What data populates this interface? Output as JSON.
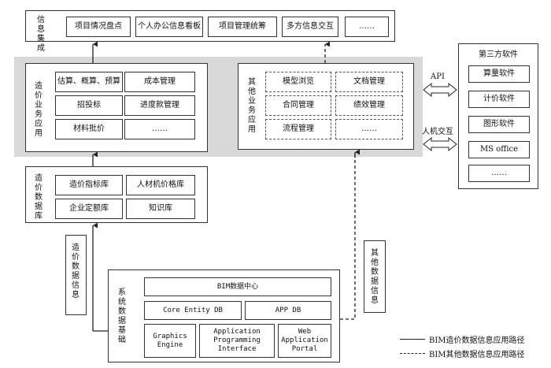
{
  "info_integration": {
    "label": "信息集成",
    "items": [
      "项目情况盘点",
      "个人办公信息看板",
      "项目管理统筹",
      "多方信息交互",
      "……"
    ]
  },
  "cost_apps": {
    "label": "造价业务应用",
    "items": [
      "估算、概算、预算",
      "成本管理",
      "招投标",
      "进度款管理",
      "材料批价",
      "……"
    ]
  },
  "other_apps": {
    "label": "其他业务应用",
    "items": [
      "模型浏览",
      "文档管理",
      "合同管理",
      "绩效管理",
      "流程管理",
      "……"
    ]
  },
  "third_party": {
    "title": "第三方软件",
    "items": [
      "算量软件",
      "计价软件",
      "图形软件",
      "MS office",
      "……"
    ]
  },
  "connectors": {
    "api": "API",
    "hci": "人机交互"
  },
  "cost_db": {
    "label": "造价数据库",
    "items": [
      "造价指标库",
      "人材机价格库",
      "企业定额库",
      "知识库"
    ]
  },
  "cost_data_info": "造价数据信息",
  "other_data_info": "其他数据信息",
  "system_base": {
    "label": "系统数据基础",
    "bim_center": "BIM数据中心",
    "core_db": "Core Entity DB",
    "app_db": "APP DB",
    "graphics": "Graphics Engine",
    "api": "Application Programming Interface",
    "portal": "Web Application Portal"
  },
  "legend": {
    "solid": "BIM造价数据信息应用路径",
    "dashed": "BIM其他数据信息应用路径"
  }
}
